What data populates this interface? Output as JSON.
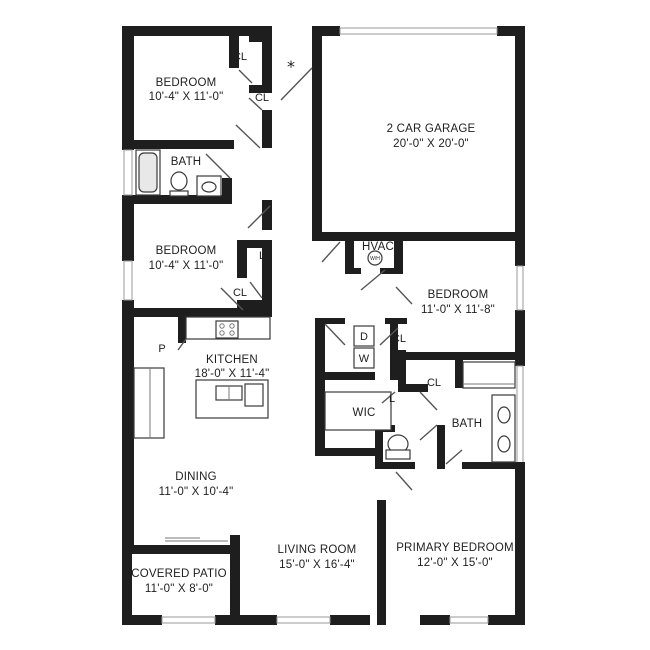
{
  "rooms": {
    "bedroom_1": {
      "name": "BEDROOM",
      "size": "10'-4\" X 11'-0\""
    },
    "bath_1": {
      "name": "BATH"
    },
    "bedroom_2": {
      "name": "BEDROOM",
      "size": "10'-4\" X 11'-0\""
    },
    "kitchen": {
      "name": "KITCHEN",
      "size": "18'-0\" X 11'-4\""
    },
    "dining": {
      "name": "DINING",
      "size": "11'-0\" X 10'-4\""
    },
    "covered_patio": {
      "name": "COVERED PATIO",
      "size": "11'-0\" X 8'-0\""
    },
    "living_room": {
      "name": "LIVING ROOM",
      "size": "15'-0\" X 16'-4\""
    },
    "garage": {
      "name": "2 CAR GARAGE",
      "size": "20'-0\" X 20'-0\""
    },
    "hvac": {
      "name": "HVAC",
      "wh": "W/H"
    },
    "bedroom_3": {
      "name": "BEDROOM",
      "size": "11'-0\" X 11'-8\""
    },
    "wic": {
      "name": "WIC"
    },
    "bath_2": {
      "name": "BATH"
    },
    "primary_bedroom": {
      "name": "PRIMARY BEDROOM",
      "size": "12'-0\" X 15'-0\""
    }
  },
  "small_labels": {
    "closet": "CL",
    "linen": "L",
    "pantry": "P",
    "dryer": "D",
    "washer": "W",
    "entry_marker": "*"
  }
}
